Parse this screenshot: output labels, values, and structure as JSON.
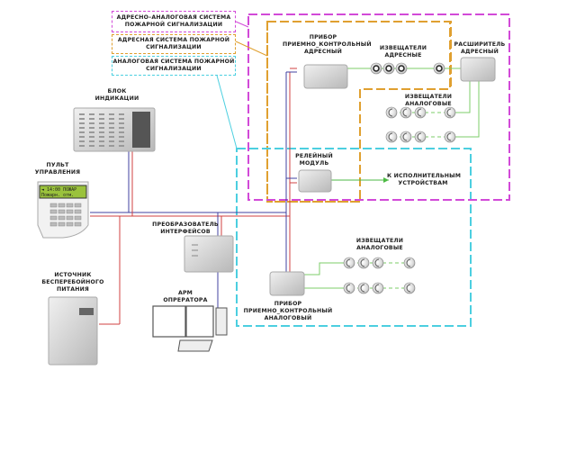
{
  "colors": {
    "addressable_analog_system": "#d24ad8",
    "addressable_system": "#e0a030",
    "analog_system": "#4ccfe0",
    "power_line": "#d04040",
    "data_line": "#4040a0",
    "loop_line": "#7ccc6a",
    "output_arrow": "#4cba44"
  },
  "legend": [
    {
      "id": "addressable-analog",
      "line1": "АДРЕСНО–АНАЛОГОВАЯ СИСТЕМА",
      "line2": "ПОЖАРНОЙ СИГНАЛИЗАЦИИ"
    },
    {
      "id": "addressable",
      "line1": "АДРЕСНАЯ СИСТЕМА ПОЖАРНОЙ",
      "line2": "СИГНАЛИЗАЦИИ"
    },
    {
      "id": "analog",
      "line1": "АНАЛОГОВАЯ СИСТЕМА ПОЖАРНОЙ",
      "line2": "СИГНАЛИЗАЦИИ"
    }
  ],
  "labels": {
    "indication_block": [
      "БЛОК",
      "ИНДИКАЦИИ"
    ],
    "control_panel": [
      "ПУЛЬТ",
      "УПРАВЛЕНИЯ"
    ],
    "ups": [
      "ИСТОЧНИК",
      "БЕСПЕРЕБОЙНОГО",
      "ПИТАНИЯ"
    ],
    "interface_converter": [
      "ПРЕОБРАЗОВАТЕЛЬ",
      "ИНТЕРФЕЙСОВ"
    ],
    "operator_workstation": [
      "АРМ",
      "ОПРЕРАТОРА"
    ],
    "addressable_panel": [
      "ПРИБОР",
      "ПРИЕМНО_КОНТРОЛЬНЫЙ",
      "АДРЕСНЫЙ"
    ],
    "addressable_detectors": [
      "ИЗВЕЩАТЕЛИ",
      "АДРЕСНЫЕ"
    ],
    "addressable_expander": [
      "РАСШИРИТЕЛЬ",
      "АДРЕСНЫЙ"
    ],
    "analog_detectors_top": [
      "ИЗВЕЩАТЕЛИ",
      "АНАЛОГОВЫЕ"
    ],
    "relay_module": [
      "РЕЛЕЙНЫЙ",
      "МОДУЛЬ"
    ],
    "to_actuators": [
      "К ИСПОЛНИТЕЛЬНЫМ",
      "УСТРОЙСТВАМ"
    ],
    "analog_detectors_bottom": [
      "ИЗВЕЩАТЕЛИ",
      "АНАЛОГОВЫЕ"
    ],
    "analog_panel": [
      "ПРИБОР",
      "ПРИЕМНО_КОНТРОЛЬНЫЙ",
      "АНАЛОГОВЫЙ"
    ]
  },
  "control_panel_display": [
    "◄ 14:00 ПОЖАР",
    "Пожарн. отм."
  ]
}
